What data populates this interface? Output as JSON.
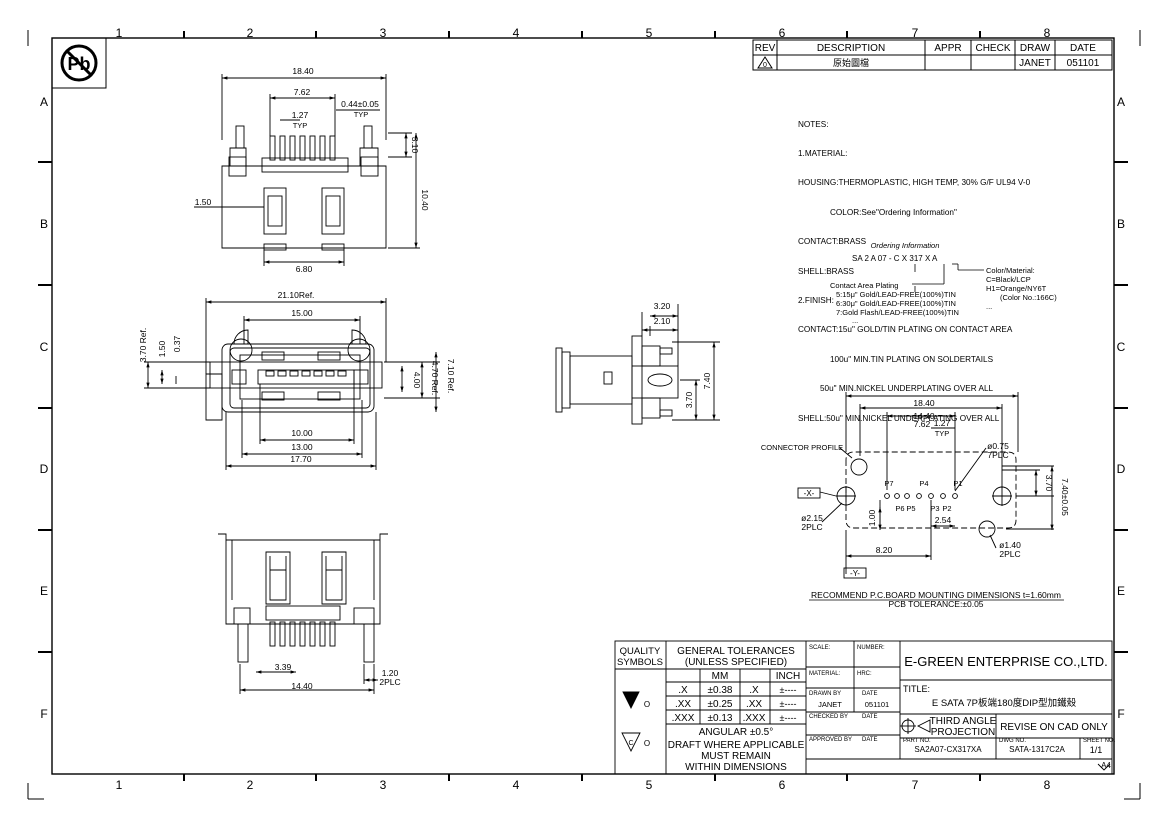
{
  "zones": {
    "cols": [
      "1",
      "2",
      "3",
      "4",
      "5",
      "6",
      "7",
      "8"
    ],
    "rows": [
      "A",
      "B",
      "C",
      "D",
      "E",
      "F"
    ]
  },
  "revision": {
    "headers": [
      "REV",
      "DESCRIPTION",
      "APPR",
      "CHECK",
      "DRAW",
      "DATE"
    ],
    "row": {
      "rev": "0",
      "description": "原始圖檔",
      "appr": "",
      "check": "",
      "draw": "JANET",
      "date": "051101"
    }
  },
  "notes": {
    "lines": [
      "NOTES:",
      "1.MATERIAL:",
      "HOUSING:THERMOPLASTIC, HIGH TEMP, 30% G/F UL94 V-0",
      "COLOR:See\"Ordering Information\"",
      "CONTACT:BRASS",
      "SHELL:BRASS",
      "2.FINISH:",
      "CONTACT:15u\" GOLD/TIN PLATING ON CONTACT AREA",
      "100u\" MIN.TIN PLATING ON SOLDERTAILS",
      "50u\" MIN.NICKEL UNDERPLATING OVER ALL",
      "SHELL:50u\" MIN.NICKEL UNDERPLATING OVER ALL"
    ]
  },
  "ordering": {
    "title": "Ordering Information",
    "part": "SA 2 A 07 - C X 317 X A",
    "plating_title": "Contact Area Plating",
    "plating": [
      "5:15μ\" Gold/LEAD-FREE(100%)TIN",
      "6:30μ\" Gold/LEAD-FREE(100%)TIN",
      "7:Gold Flash/LEAD-FREE(100%)TIN",
      "..."
    ],
    "color_title": "Color/Material:",
    "colors": [
      "C=Black/LCP",
      "H1=Orange/NY6T",
      "(Color No.:166C)",
      "..."
    ]
  },
  "views": {
    "top": {
      "d1": "18.40",
      "d2": "7.62",
      "d3": "0.44±0.05",
      "d3b": "TYP",
      "d4": "1.27",
      "d4b": "TYP",
      "d5": "3.10",
      "d6": "10.40",
      "d7": "1.50",
      "d8": "6.80"
    },
    "front": {
      "d1": "21.10Ref.",
      "d2": "15.00",
      "d3": "10.00",
      "d4": "13.00",
      "d5": "17.70",
      "d6": "3.70 Ref.",
      "d7": "1.50",
      "d8": "0.37",
      "d9": "4.00",
      "d10": "4.70 Ref.",
      "d11": "7.10 Ref."
    },
    "side": {
      "d1": "3.20",
      "d2": "2.10",
      "d3": "7.40",
      "d4": "3.70"
    },
    "bottom": {
      "d1": "3.39",
      "d2": "14.40",
      "d3": "1.20",
      "d4": "2PLC"
    },
    "pcb": {
      "d1": "18.40",
      "d2": "14.40",
      "d3": "7.62",
      "d4": "1.27",
      "d4b": "TYP",
      "hole1": "ø0.75",
      "hole1b": "7PLC",
      "d5": "3.70",
      "d6": "7.40±0.05",
      "hole2": "ø2.15",
      "hole2b": "2PLC",
      "d7": "1.00",
      "d8": "2.54",
      "d9": "8.20",
      "hole3": "ø1.40",
      "hole3b": "2PLC",
      "profile": "CONNECTOR PROFILE",
      "x_axis": "-X-",
      "y_axis": "-Y-",
      "pins": [
        "P7",
        "P4",
        "P1",
        "P6",
        "P5",
        "P3",
        "P2"
      ],
      "caption1": "RECOMMEND P.C.BOARD MOUNTING DIMENSIONS t=1.60mm",
      "caption2": "PCB TOLERANCE:±0.05"
    }
  },
  "titleblock": {
    "quality": "QUALITY SYMBOLS",
    "quality_l1": "QUALITY",
    "quality_l2": "SYMBOLS",
    "tol_l1": "GENERAL TOLERANCES",
    "tol_l2": "(UNLESS SPECIFIED)",
    "mm": "MM",
    "inch": "INCH",
    "tolerances": [
      {
        "place": ".X",
        "mm": "±0.38",
        "ip": ".X",
        "inch": "±----"
      },
      {
        "place": ".XX",
        "mm": "±0.25",
        "ip": ".XX",
        "inch": "±----"
      },
      {
        "place": ".XXX",
        "mm": "±0.13",
        "ip": ".XXX",
        "inch": "±----"
      }
    ],
    "angular": "ANGULAR ±0.5°",
    "draft1": "DRAFT WHERE APPLICABLE",
    "draft2": "MUST REMAIN",
    "draft3": "WITHIN DIMENSIONS",
    "sym_o": "O",
    "sym_c": "C",
    "scale": "SCALE:",
    "number": "NUMBER:",
    "material": "MATERIAL:",
    "hrc": "HRC:",
    "drawn_by": "DRAWN BY",
    "drawn_date": "DATE",
    "drawn_name": "JANET",
    "drawn_val": "051101",
    "checked_by": "CHECKED BY",
    "checked_date": "DATE",
    "approved_by": "APPROVED BY",
    "approved_date": "DATE",
    "company": "E-GREEN ENTERPRISE CO.,LTD.",
    "title_label": "TITLE:",
    "title": "E SATA 7P板端180度DIP型加鐵殼",
    "projection1": "THIRD ANGLE",
    "projection2": "PROJECTION",
    "revise": "REVISE ON CAD ONLY",
    "part_label": "PART NO.",
    "part_no": "SA2A07-CX317XA",
    "dwg_label": "DWG NO.",
    "dwg_no": "SATA-1317C2A",
    "sheet_label": "SHEET NO.",
    "sheet_no": "1/1",
    "size": "A4",
    "pb": "Pb"
  }
}
